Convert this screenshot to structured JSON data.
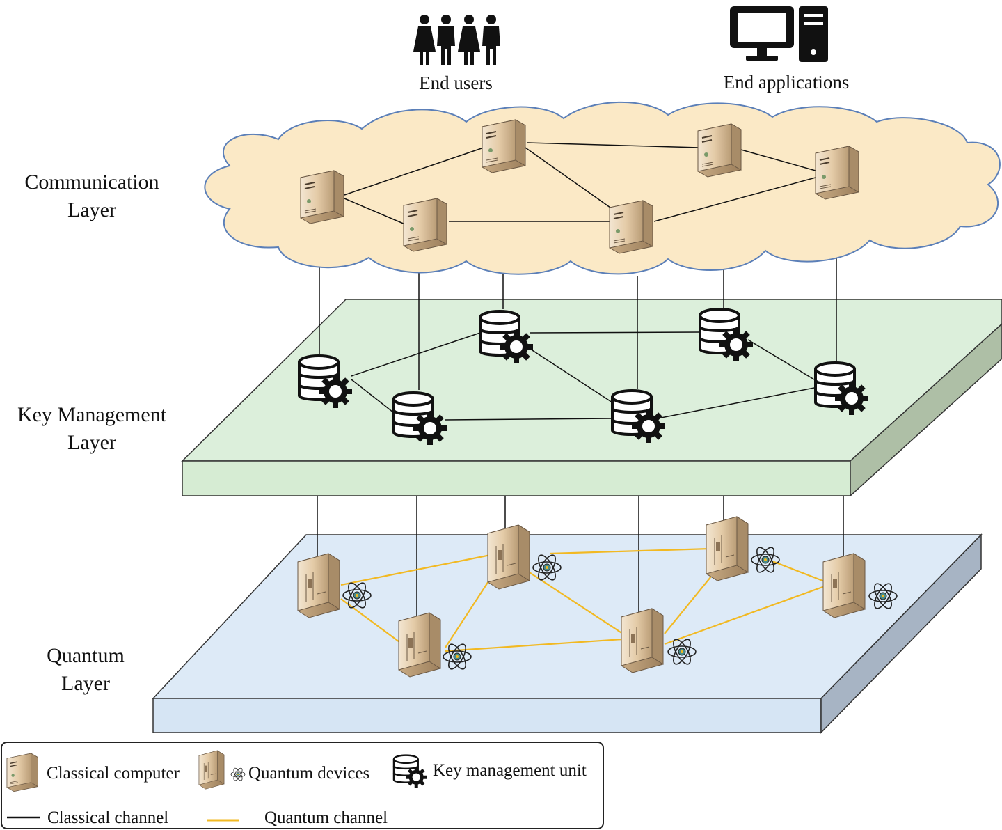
{
  "top": {
    "end_users": "End users",
    "end_applications": "End applications"
  },
  "layers": {
    "communication": {
      "line1": "Communication",
      "line2": "Layer"
    },
    "key_management": {
      "line1": "Key Management",
      "line2": "Layer"
    },
    "quantum": {
      "line1": "Quantum",
      "line2": "Layer"
    }
  },
  "legend": {
    "classical_computer": "Classical computer",
    "quantum_devices": "Quantum devices",
    "key_management_unit": "Key management unit",
    "classical_channel": "Classical channel",
    "quantum_channel": "Quantum channel"
  },
  "colors": {
    "cloud_fill": "#fbe9c6",
    "cloud_stroke": "#5b7fb8",
    "key_plane_top": "#dcefdb",
    "key_plane_front": "#d6ecd3",
    "key_plane_side": "#aebfa6",
    "quantum_plane_top": "#ddeaf7",
    "quantum_plane_front": "#d6e5f4",
    "quantum_plane_side": "#a7b4c4",
    "classical_channel": "#111111",
    "quantum_channel": "#f2b922",
    "device_tan": "#e2c9a3"
  }
}
